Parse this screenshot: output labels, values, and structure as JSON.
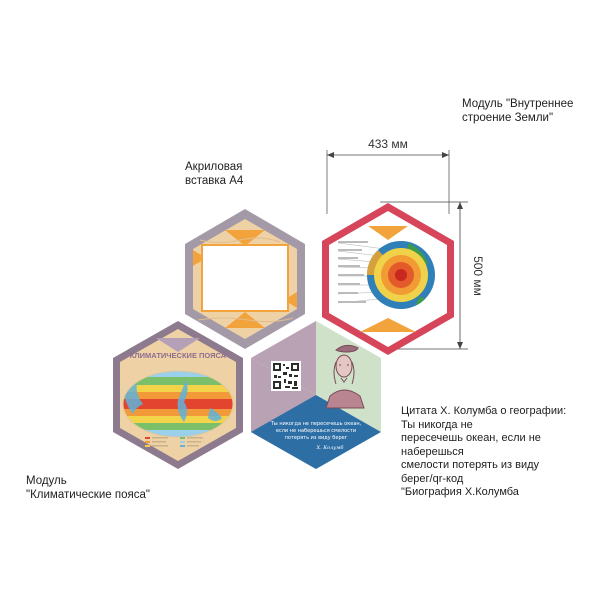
{
  "labels": {
    "module_earth": [
      "Модуль \"Внутреннее",
      "строение Земли\""
    ],
    "acrylic_insert": [
      "Акриловая",
      "вставка А4"
    ],
    "module_climate": [
      "Модуль",
      "\"Климатические пояса\""
    ],
    "columbus_caption": [
      "Цитата Х. Колумба о географии:",
      "Ты никогда не",
      "пересечешь океан, если не",
      "наберешься",
      "смелости потерять из виду",
      "берег/qr-код",
      "\"Биография Х.Колумба"
    ]
  },
  "dimensions": {
    "width": "433 мм",
    "height": "500 мм"
  },
  "climate_panel": {
    "title": "КЛИМАТИЧЕСКИЕ ПОЯСА"
  },
  "columbus_panel": {
    "quote": [
      "Ты никогда не пересечешь океан,",
      "если не наберешься смелости",
      "потерять из виду берег"
    ],
    "signature": "Х. Колумб"
  },
  "colors": {
    "frame_grey": "#a49aa7",
    "frame_purple": "#8e7a8f",
    "frame_red": "#d6455a",
    "accent_orange": "#f2a33c",
    "wood": "#eed2a6",
    "green_panel": "#cfe2c9",
    "purple_panel": "#b8a2b3",
    "blue_panel": "#2d6ea5"
  },
  "icons": [
    "qr-code-icon",
    "columbus-portrait-icon",
    "earth-core-diagram-icon",
    "world-map-icon"
  ]
}
